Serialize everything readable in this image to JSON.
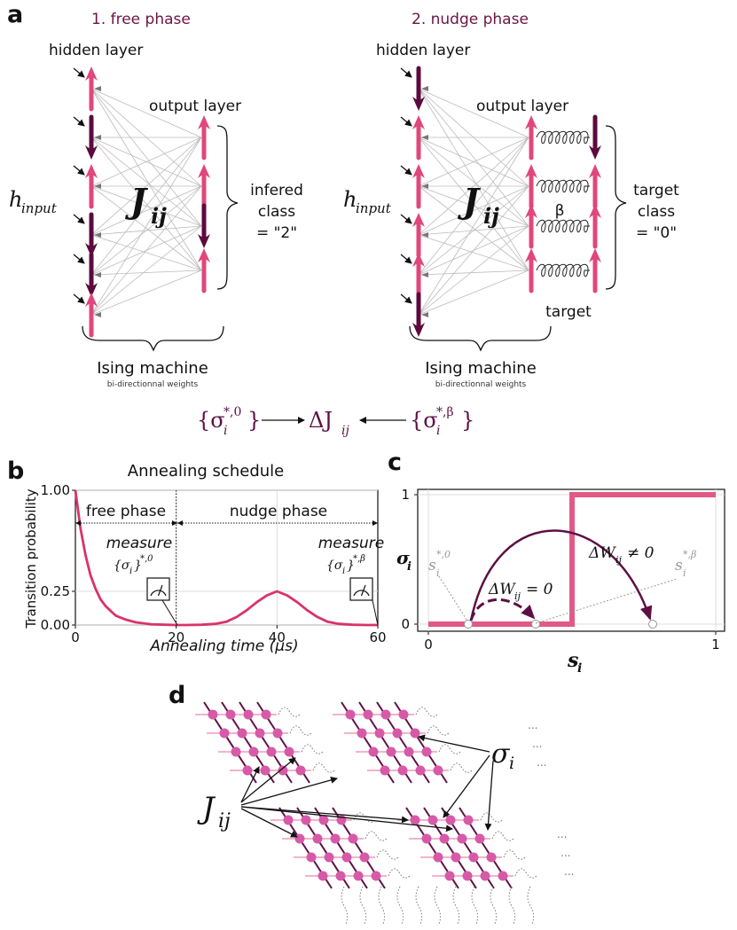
{
  "panel_a": {
    "letter": "a",
    "free_phase_title": "1. free phase",
    "nudge_phase_title": "2. nudge phase",
    "hidden_layer": "hidden layer",
    "output_layer": "output layer",
    "h_input": "h",
    "h_input_sub": "input",
    "J": "J",
    "J_sub": "ij",
    "infered_class": [
      "infered",
      "class",
      "= \"2\""
    ],
    "target_class": [
      "target",
      "class",
      "= \"0\""
    ],
    "beta": "β",
    "target": "target",
    "ising_machine": "Ising machine",
    "bi_weights": "bi-directionnal weights",
    "free_hidden_spins": [
      "up",
      "down",
      "up",
      "down",
      "down",
      "up"
    ],
    "free_output_spins": [
      "up",
      "up",
      "down",
      "up"
    ],
    "nudge_hidden_spins": [
      "down",
      "up",
      "up",
      "up",
      "up",
      "down"
    ],
    "nudge_output_spins": [
      "up",
      "up",
      "up",
      "up"
    ],
    "nudge_target_spins": [
      "down",
      "up",
      "up",
      "up"
    ],
    "eq_left": "{σ",
    "eq_left_sub": "i",
    "eq_left_sup": "*,0",
    "eq_mid": "ΔJ",
    "eq_mid_sub": "ij",
    "eq_right": "{σ",
    "eq_right_sub": "i",
    "eq_right_sup": "*,β",
    "close_brace": "}"
  },
  "colors": {
    "up_spin": "#e0477a",
    "down_spin": "#5c0a3e",
    "title_purple": "#6b1544",
    "curve": "#d9336c",
    "step": "#e05a85",
    "lattice_node": "#d65aa8",
    "lattice_line_dark": "#5e1045",
    "lattice_line_light": "#f09ab8"
  },
  "panel_b": {
    "letter": "b",
    "title": "Annealing schedule",
    "ylabel": "Transition probability",
    "xlabel_text": "Annealing time (",
    "xlabel_unit": "μs",
    "xlabel_close": ")",
    "free_phase": "free phase",
    "nudge_phase": "nudge phase",
    "measure": "measure",
    "measure_left_set": "{σ",
    "measure_sub": "i",
    "measure_close": "}",
    "measure_left_sup": "*,0",
    "measure_right_sup": "*,β",
    "x_ticks": [
      "0",
      "20",
      "40",
      "60"
    ],
    "y_ticks": [
      "0.00",
      "0.25",
      "1.00"
    ]
  },
  "panel_c": {
    "letter": "c",
    "ylabel": "σ",
    "ylabel_sub": "i",
    "xlabel": "s",
    "xlabel_sub": "i",
    "x_ticks": [
      "0",
      "1"
    ],
    "y_ticks": [
      "0",
      "1"
    ],
    "s_left": "s",
    "s_left_sub": "i",
    "s_left_sup": "*,0",
    "s_right": "s",
    "s_right_sub": "i",
    "s_right_sup": "*,β",
    "dW_zero": "ΔW",
    "dW_zero_sub": "ij",
    "dW_zero_rel": " = 0",
    "dW_nonzero": "ΔW",
    "dW_nonzero_sub": "ij",
    "dW_nonzero_rel": " ≠ 0"
  },
  "panel_d": {
    "letter": "d",
    "J": "J",
    "J_sub": "ij",
    "sigma": "σ",
    "sigma_sub": "i",
    "ellipsis": "..."
  },
  "chart_data": {
    "type": "line",
    "title": "Annealing schedule",
    "xlabel": "Annealing time (μs)",
    "ylabel": "Transition probability",
    "xlim": [
      0,
      60
    ],
    "y_ticks": [
      0.0,
      0.25,
      1.0
    ],
    "x": [
      0,
      1,
      2,
      3,
      4,
      5,
      6,
      8,
      10,
      12,
      15,
      18,
      20,
      22,
      25,
      28,
      30,
      32,
      34,
      36,
      38,
      40,
      42,
      44,
      46,
      48,
      50,
      52,
      55,
      58,
      60
    ],
    "y": [
      1.0,
      0.72,
      0.52,
      0.37,
      0.27,
      0.19,
      0.14,
      0.07,
      0.04,
      0.02,
      0.006,
      0.002,
      0.0,
      0.0,
      0.002,
      0.01,
      0.025,
      0.06,
      0.11,
      0.17,
      0.22,
      0.25,
      0.22,
      0.17,
      0.11,
      0.06,
      0.025,
      0.01,
      0.002,
      0.0,
      0.0
    ],
    "grid": true
  }
}
